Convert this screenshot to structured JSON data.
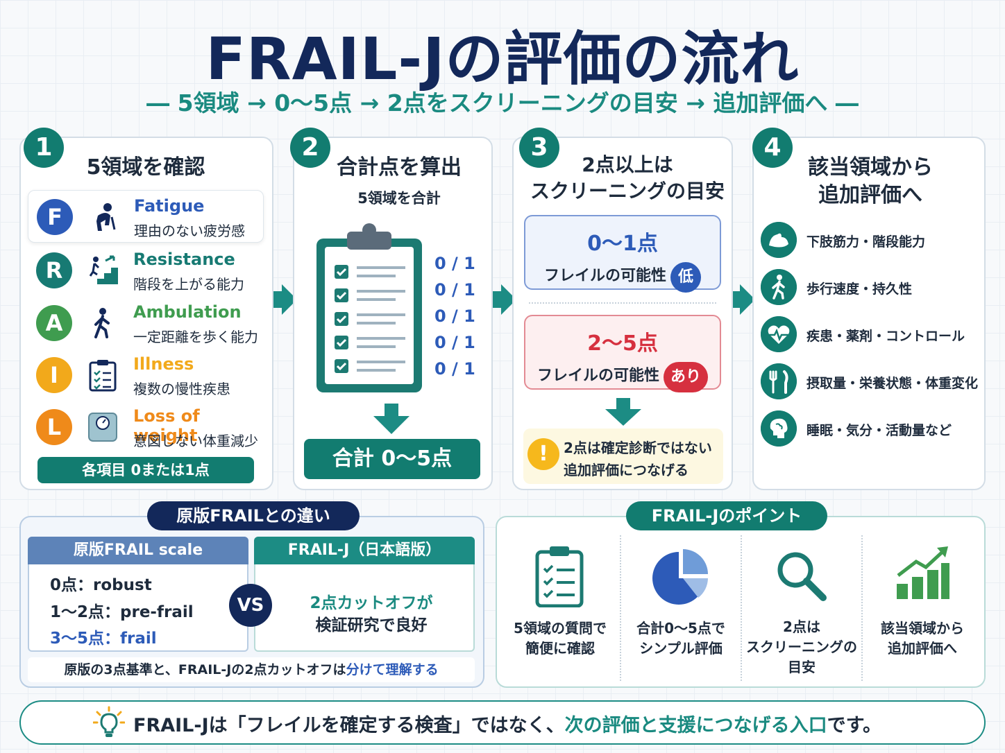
{
  "title": "FRAIL-Jの評価の流れ",
  "subtitle": "― 5領域 → 0〜5点 → 2点をスクリーニングの目安 → 追加評価へ ―",
  "steps": [
    {
      "number": "1",
      "title": "5領域を確認"
    },
    {
      "number": "2",
      "title": "合計点を算出",
      "subtitle": "5領域を合計"
    },
    {
      "number": "3",
      "title_line1": "2点以上は",
      "title_line2": "スクリーニングの目安"
    },
    {
      "number": "4",
      "title_line1": "該当領域から",
      "title_line2": "追加評価へ"
    }
  ],
  "domains": [
    {
      "letter": "F",
      "en": "Fatigue",
      "ja": "理由のない疲労感",
      "color": "#2d5bb8"
    },
    {
      "letter": "R",
      "en": "Resistance",
      "ja": "階段を上がる能力",
      "color": "#177a73"
    },
    {
      "letter": "A",
      "en": "Ambulation",
      "ja": "一定距離を歩く能力",
      "color": "#3f9c4f"
    },
    {
      "letter": "I",
      "en": "Illness",
      "ja": "複数の慢性疾患",
      "color": "#f2a91b"
    },
    {
      "letter": "L",
      "en": "Loss of weight",
      "ja": "意図しない体重減少",
      "color": "#ef8a1a"
    }
  ],
  "domain_note": "各項目 0または1点",
  "checklist_scores": [
    "0 / 1",
    "0 / 1",
    "0 / 1",
    "0 / 1",
    "0 / 1"
  ],
  "total_label": "合計 0〜5点",
  "score_low": {
    "range": "0〜1点",
    "label": "フレイルの可能性",
    "badge": "低"
  },
  "score_high": {
    "range": "2〜5点",
    "label": "フレイルの可能性",
    "badge": "あり"
  },
  "warning": {
    "line1": "2点は確定診断ではない",
    "line2": "追加評価につなげる"
  },
  "additional_evals": [
    {
      "label": "下肢筋力・階段能力",
      "icon": "muscle-icon"
    },
    {
      "label": "歩行速度・持久性",
      "icon": "walking-icon"
    },
    {
      "label": "疾患・薬剤・コントロール",
      "icon": "heart-icon"
    },
    {
      "label": "摂取量・栄養状態・体重変化",
      "icon": "cutlery-icon"
    },
    {
      "label": "睡眠・気分・活動量など",
      "icon": "brain-icon"
    }
  ],
  "compare": {
    "tab": "原版FRAILとの違い",
    "left_header": "原版FRAIL scale",
    "left_items": [
      {
        "prefix": "0点：",
        "value": "robust"
      },
      {
        "prefix": "1〜2点：",
        "value": "pre-frail"
      },
      {
        "prefix": "3〜5点：",
        "value": "frail"
      }
    ],
    "vs": "VS",
    "right_header": "FRAIL-J（日本語版）",
    "right_line1": "2点カットオフが",
    "right_line2": "検証研究で良好",
    "footer_pre": "原版の3点基準と、FRAIL-Jの2点カットオフは",
    "footer_emph": "分けて理解する"
  },
  "points": {
    "tab": "FRAIL-Jのポイント",
    "items": [
      {
        "line1": "5領域の質問で",
        "line2": "簡便に確認",
        "line3": ""
      },
      {
        "line1": "合計0〜5点で",
        "line2": "シンプル評価",
        "line3": ""
      },
      {
        "line1": "2点は",
        "line2": "スクリーニングの",
        "line3": "目安"
      },
      {
        "line1": "該当領域から",
        "line2": "追加評価へ",
        "line3": ""
      }
    ]
  },
  "bottom": {
    "pre": "FRAIL-Jは「フレイルを確定する検査」ではなく、",
    "emph": "次の評価と支援につなげる入口",
    "post": "です。"
  },
  "colors": {
    "teal": "#127c70",
    "navy": "#13285a",
    "blue": "#2d5bb8",
    "red": "#d6303f",
    "yellow": "#f6b81c"
  }
}
